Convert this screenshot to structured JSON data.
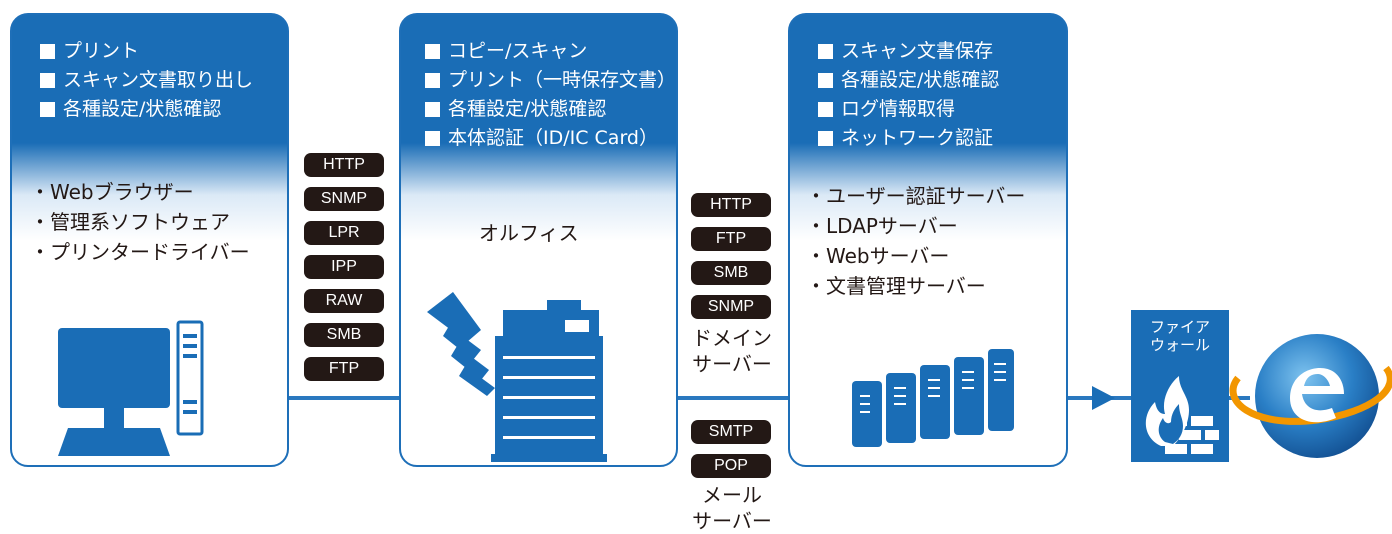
{
  "panels": {
    "pc": {
      "features": [
        "プリント",
        "スキャン文書取り出し",
        "各種設定/状態確認"
      ],
      "items": [
        "・Webブラウザー",
        "・管理系ソフトウェア",
        "・プリンタードライバー"
      ]
    },
    "mfp": {
      "features": [
        "コピー/スキャン",
        "プリント（一時保存文書）",
        "各種設定/状態確認",
        "本体認証（ID/IC Card）"
      ],
      "label": "オルフィス"
    },
    "server": {
      "features": [
        "スキャン文書保存",
        "各種設定/状態確認",
        "ログ情報取得",
        "ネットワーク認証"
      ],
      "items": [
        "・ユーザー認証サーバー",
        "・LDAPサーバー",
        "・Webサーバー",
        "・文書管理サーバー"
      ]
    }
  },
  "protocols_pc_mfp": [
    "HTTP",
    "SNMP",
    "LPR",
    "IPP",
    "RAW",
    "SMB",
    "FTP"
  ],
  "protocols_domain": [
    "HTTP",
    "FTP",
    "SMB",
    "SNMP"
  ],
  "protocols_mail": [
    "SMTP",
    "POP"
  ],
  "domain_server_label": [
    "ドメイン",
    "サーバー"
  ],
  "mail_server_label": [
    "メール",
    "サーバー"
  ],
  "firewall_label": [
    "ファイア",
    "ウォール"
  ],
  "colors": {
    "brand_blue": "#1a6db6",
    "line_blue": "#2a78bf",
    "badge_black": "#231815",
    "flame_orange": "#f29600"
  }
}
